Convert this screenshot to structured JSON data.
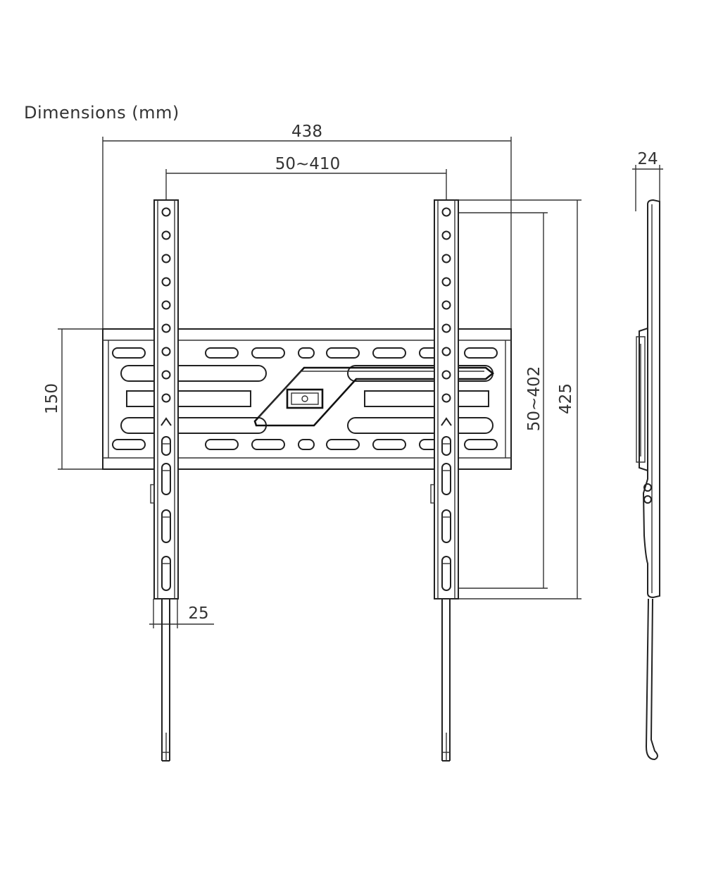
{
  "title": "Dimensions (mm)",
  "dimensions": {
    "overall_width": "438",
    "hole_spacing_horizontal": "50~410",
    "plate_height": "150",
    "hole_spacing_vertical": "50~402",
    "overall_height": "425",
    "arm_width": "25",
    "depth": "24"
  },
  "colors": {
    "line": "#222222",
    "text": "#333333",
    "background": "#ffffff"
  }
}
